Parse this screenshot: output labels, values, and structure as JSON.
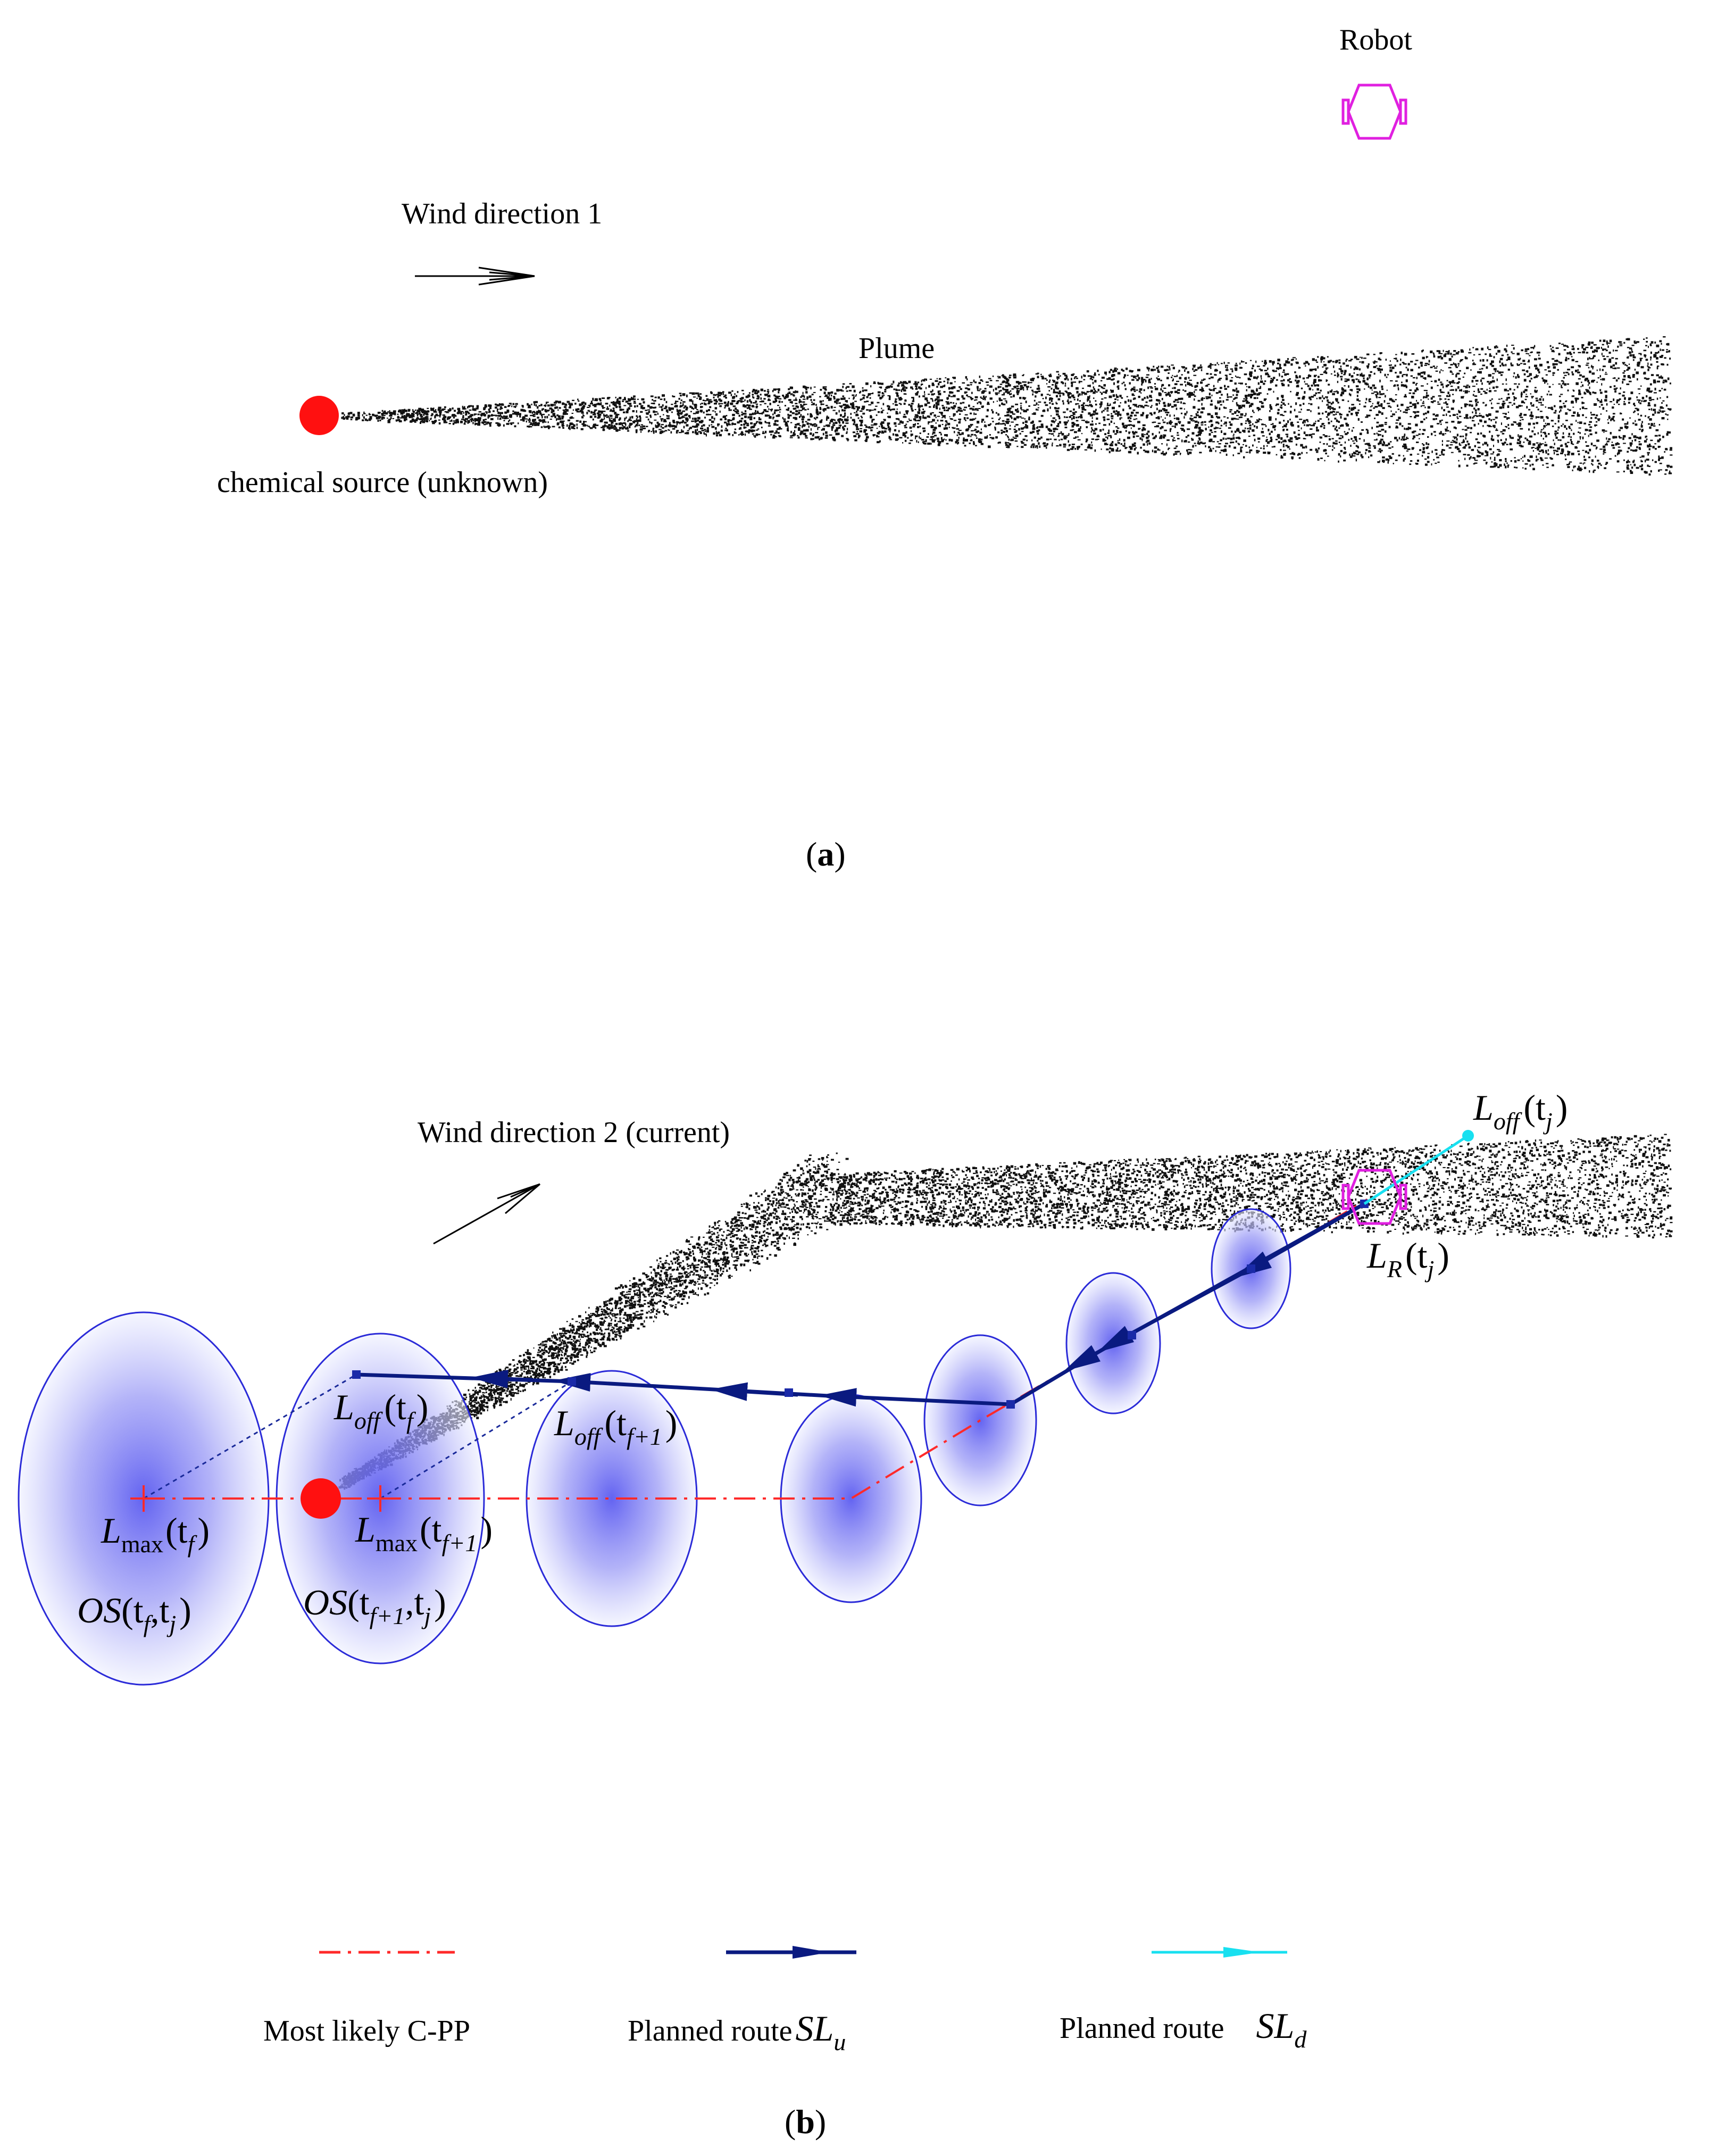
{
  "panel_a": {
    "robot_label": "Robot",
    "wind_label": "Wind direction 1",
    "plume_label": "Plume",
    "source_label": "chemical source (unknown)",
    "caption_letter": "a"
  },
  "panel_b": {
    "wind_label": "Wind direction 2 (current)",
    "loff_tj": {
      "main": "L",
      "sub": "off",
      "arg": "(t",
      "argsub": "j",
      "close": ")"
    },
    "lr_tj": {
      "main": "L",
      "sub": "R",
      "arg": "(t",
      "argsub": "j",
      "close": ")"
    },
    "loff_tf": {
      "main": "L",
      "sub": "off",
      "arg": "(t",
      "argsub": "f",
      "close": ")"
    },
    "loff_tf1": {
      "main": "L",
      "sub": "off",
      "arg": "(t",
      "argsub": "f+1",
      "close": ")"
    },
    "lmax_tf": {
      "main": "L",
      "sub": "max",
      "arg": "(t",
      "argsub": "f",
      "close": ")"
    },
    "lmax_tf1": {
      "main": "L",
      "sub": "max",
      "arg": "(t",
      "argsub": "f+1",
      "close": ")"
    },
    "os_tf": {
      "main": "OS",
      "arg": "(t",
      "argsub": "f",
      "mid": ",t",
      "midsub": "j",
      "close": ")"
    },
    "os_tf1": {
      "main": "OS",
      "arg": "(t",
      "argsub": "f+1",
      "mid": ",t",
      "midsub": "j",
      "close": ")"
    },
    "caption_letter": "b"
  },
  "legend": {
    "items": [
      {
        "label": "Most likely C-PP",
        "math": "",
        "mathsub": "",
        "color": "#ff2a2a",
        "style": "dash-dot"
      },
      {
        "label": "Planned route",
        "math": "SL",
        "mathsub": "u",
        "color": "#0a1a80",
        "style": "arrow"
      },
      {
        "label": "Planned route",
        "math": "SL",
        "mathsub": "d",
        "color": "#18e0f0",
        "style": "arrow"
      }
    ]
  },
  "colors": {
    "source": "#ff1010",
    "robot": "#e020e0",
    "ellipse_fill": "#6f6ff5",
    "ellipse_stroke": "#2b2bd8",
    "route_u": "#0a1a80",
    "route_d": "#18e0f0",
    "cpp": "#ff2a2a"
  }
}
